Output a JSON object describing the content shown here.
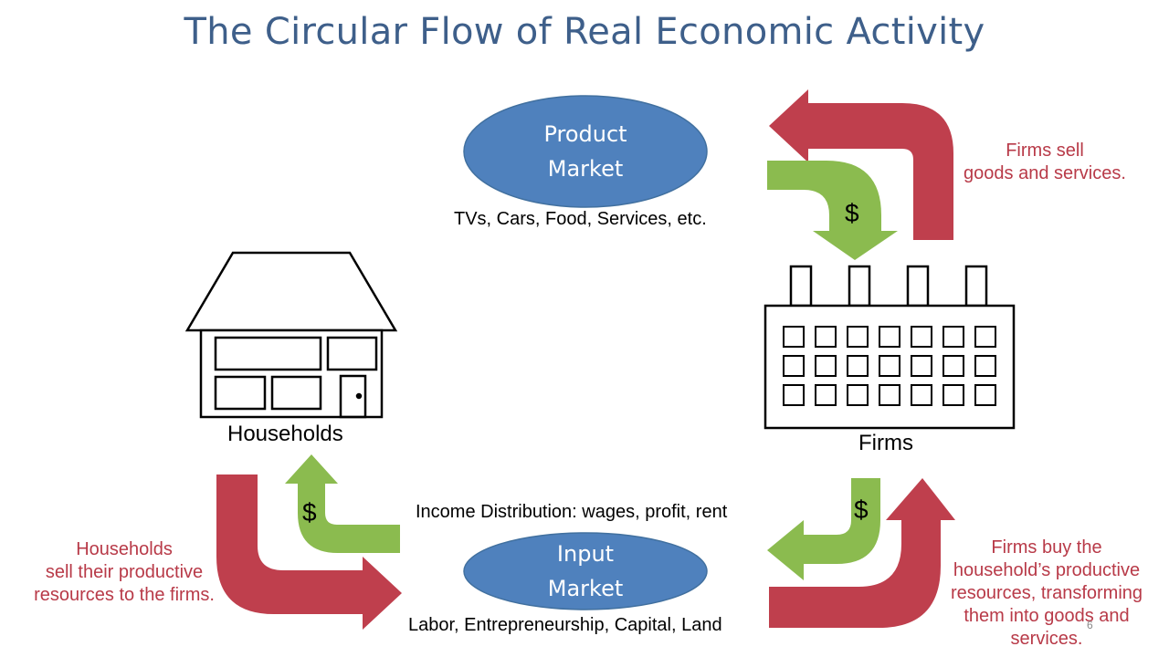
{
  "title": "The Circular Flow of Real Economic Activity",
  "product_market": {
    "line1": "Product",
    "line2": "Market",
    "examples": "TVs, Cars, Food, Services, etc."
  },
  "input_market": {
    "line1": "Input",
    "line2": "Market",
    "examples": "Labor, Entrepreneurship, Capital, Land"
  },
  "households": {
    "label": "Households"
  },
  "firms": {
    "label": "Firms"
  },
  "income_distribution": "Income Distribution: wages, profit, rent",
  "dollar_sign": "$",
  "firms_sell": {
    "line1": "Firms sell",
    "line2": "goods and services."
  },
  "households_sell": {
    "line1": "Households",
    "line2": "sell their productive",
    "line3": "resources to the firms."
  },
  "firms_buy": {
    "line1": "Firms buy the",
    "line2": "household’s productive",
    "line3": "resources, transforming",
    "line4": "them into goods and",
    "line5": "services."
  },
  "page_number": "6",
  "colors": {
    "title": "#3e5f8a",
    "ellipse": "#4f81bd",
    "red_arrow": "#bf3f4d",
    "green_arrow": "#8bbb4f",
    "red_text": "#b83a48"
  }
}
